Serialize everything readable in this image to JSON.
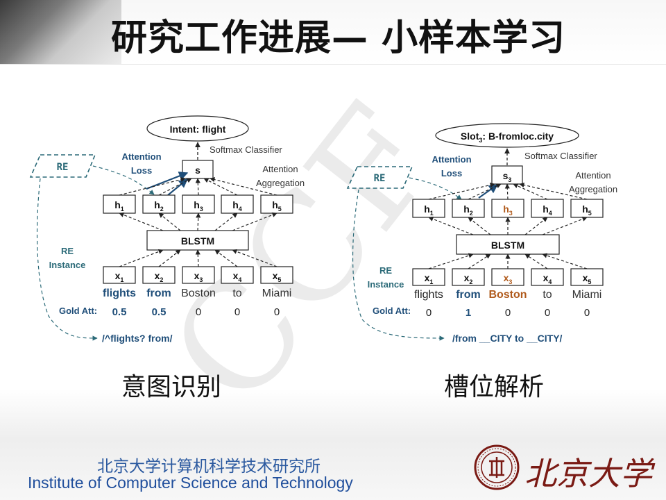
{
  "title": "研究工作进展— 小样本学习",
  "left_caption": "意图识别",
  "right_caption": "槽位解析",
  "footer": {
    "institute_cn": "北京大学计算机科学技术研究所",
    "institute_en": "Institute of Computer Science and Technology",
    "university_name": "北京大学"
  },
  "diagram_intent": {
    "output": "Intent: flight",
    "classifier": "Softmax Classifier",
    "s_node": "s",
    "attention_loss_1": "Attention",
    "attention_loss_2": "Loss",
    "attention_agg_1": "Attention",
    "attention_agg_2": "Aggregation",
    "re": "RE",
    "re_instance_1": "RE",
    "re_instance_2": "Instance",
    "hidden": [
      "h",
      "h",
      "h",
      "h",
      "h"
    ],
    "hidden_sub": [
      "1",
      "2",
      "3",
      "4",
      "5"
    ],
    "blstm": "BLSTM",
    "inputs": [
      "x",
      "x",
      "x",
      "x",
      "x"
    ],
    "inputs_sub": [
      "1",
      "2",
      "3",
      "4",
      "5"
    ],
    "words": [
      "flights",
      "from",
      "Boston",
      "to",
      "Miami"
    ],
    "gold_label": "Gold Att:",
    "gold_values": [
      "0.5",
      "0.5",
      "0",
      "0",
      "0"
    ],
    "regex": "/^flights? from/"
  },
  "diagram_slot": {
    "output_prefix": "Slot",
    "output_sub": "3",
    "output_suffix": ": B-fromloc.city",
    "classifier": "Softmax Classifier",
    "s_node": "s",
    "s_sub": "3",
    "attention_loss_1": "Attention",
    "attention_loss_2": "Loss",
    "attention_agg_1": "Attention",
    "attention_agg_2": "Aggregation",
    "re": "RE",
    "re_instance_1": "RE",
    "re_instance_2": "Instance",
    "hidden": [
      "h",
      "h",
      "h",
      "h",
      "h"
    ],
    "hidden_sub": [
      "1",
      "2",
      "3",
      "4",
      "5"
    ],
    "blstm": "BLSTM",
    "inputs": [
      "x",
      "x",
      "x",
      "x",
      "x"
    ],
    "inputs_sub": [
      "1",
      "2",
      "3",
      "4",
      "5"
    ],
    "words": [
      "flights",
      "from",
      "Boston",
      "to",
      "Miami"
    ],
    "gold_label": "Gold Att:",
    "gold_values": [
      "0",
      "1",
      "0",
      "0",
      "0"
    ],
    "regex": "/from __CITY to __CITY/"
  },
  "colors": {
    "title": "#111111",
    "blue_dark": "#1f4e79",
    "teal": "#2b6a78",
    "orange": "#b05a1c",
    "footer_blue": "#1f4e9c",
    "pku_red": "#7a1a14"
  }
}
